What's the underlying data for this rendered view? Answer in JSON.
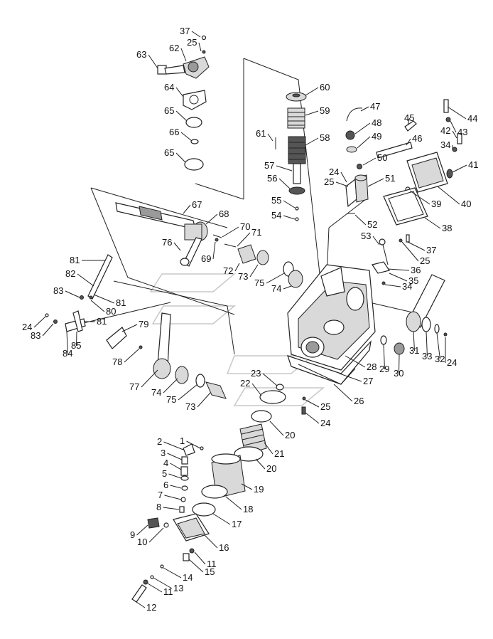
{
  "labels": [
    {
      "id": "lbl-37a",
      "text": "37"
    },
    {
      "id": "lbl-25a",
      "text": "25"
    },
    {
      "id": "lbl-62",
      "text": "62"
    },
    {
      "id": "lbl-63",
      "text": "63"
    },
    {
      "id": "lbl-64",
      "text": "64"
    },
    {
      "id": "lbl-65a",
      "text": "65"
    },
    {
      "id": "lbl-66",
      "text": "66"
    },
    {
      "id": "lbl-65b",
      "text": "65"
    },
    {
      "id": "lbl-60",
      "text": "60"
    },
    {
      "id": "lbl-59",
      "text": "59"
    },
    {
      "id": "lbl-61",
      "text": "61"
    },
    {
      "id": "lbl-58",
      "text": "58"
    },
    {
      "id": "lbl-57",
      "text": "57"
    },
    {
      "id": "lbl-56",
      "text": "56"
    },
    {
      "id": "lbl-55",
      "text": "55"
    },
    {
      "id": "lbl-54",
      "text": "54"
    },
    {
      "id": "lbl-47",
      "text": "47"
    },
    {
      "id": "lbl-45",
      "text": "45"
    },
    {
      "id": "lbl-48",
      "text": "48"
    },
    {
      "id": "lbl-49",
      "text": "49"
    },
    {
      "id": "lbl-46",
      "text": "46"
    },
    {
      "id": "lbl-50",
      "text": "50"
    },
    {
      "id": "lbl-24a",
      "text": "24"
    },
    {
      "id": "lbl-25b",
      "text": "25"
    },
    {
      "id": "lbl-51",
      "text": "51"
    },
    {
      "id": "lbl-44",
      "text": "44"
    },
    {
      "id": "lbl-43",
      "text": "43"
    },
    {
      "id": "lbl-42",
      "text": "42"
    },
    {
      "id": "lbl-34a",
      "text": "34"
    },
    {
      "id": "lbl-41",
      "text": "41"
    },
    {
      "id": "lbl-40",
      "text": "40"
    },
    {
      "id": "lbl-39",
      "text": "39"
    },
    {
      "id": "lbl-38",
      "text": "38"
    },
    {
      "id": "lbl-52",
      "text": "52"
    },
    {
      "id": "lbl-67",
      "text": "67"
    },
    {
      "id": "lbl-68",
      "text": "68"
    },
    {
      "id": "lbl-70",
      "text": "70"
    },
    {
      "id": "lbl-71",
      "text": "71"
    },
    {
      "id": "lbl-76",
      "text": "76"
    },
    {
      "id": "lbl-69",
      "text": "69"
    },
    {
      "id": "lbl-72",
      "text": "72"
    },
    {
      "id": "lbl-73a",
      "text": "73"
    },
    {
      "id": "lbl-75a",
      "text": "75"
    },
    {
      "id": "lbl-74a",
      "text": "74"
    },
    {
      "id": "lbl-53",
      "text": "53"
    },
    {
      "id": "lbl-37b",
      "text": "37"
    },
    {
      "id": "lbl-25c",
      "text": "25"
    },
    {
      "id": "lbl-36",
      "text": "36"
    },
    {
      "id": "lbl-35",
      "text": "35"
    },
    {
      "id": "lbl-34b",
      "text": "34"
    },
    {
      "id": "lbl-81a",
      "text": "81"
    },
    {
      "id": "lbl-82",
      "text": "82"
    },
    {
      "id": "lbl-83a",
      "text": "83"
    },
    {
      "id": "lbl-81b",
      "text": "81"
    },
    {
      "id": "lbl-80",
      "text": "80"
    },
    {
      "id": "lbl-24b",
      "text": "24"
    },
    {
      "id": "lbl-83b",
      "text": "83"
    },
    {
      "id": "lbl-81c",
      "text": "81"
    },
    {
      "id": "lbl-84",
      "text": "84"
    },
    {
      "id": "lbl-85",
      "text": "85"
    },
    {
      "id": "lbl-79",
      "text": "79"
    },
    {
      "id": "lbl-78",
      "text": "78"
    },
    {
      "id": "lbl-31",
      "text": "31"
    },
    {
      "id": "lbl-33",
      "text": "33"
    },
    {
      "id": "lbl-32",
      "text": "32"
    },
    {
      "id": "lbl-24c",
      "text": "24"
    },
    {
      "id": "lbl-29",
      "text": "29"
    },
    {
      "id": "lbl-30",
      "text": "30"
    },
    {
      "id": "lbl-28",
      "text": "28"
    },
    {
      "id": "lbl-27",
      "text": "27"
    },
    {
      "id": "lbl-26",
      "text": "26"
    },
    {
      "id": "lbl-77",
      "text": "77"
    },
    {
      "id": "lbl-74b",
      "text": "74"
    },
    {
      "id": "lbl-75b",
      "text": "75"
    },
    {
      "id": "lbl-73b",
      "text": "73"
    },
    {
      "id": "lbl-23",
      "text": "23"
    },
    {
      "id": "lbl-22",
      "text": "22"
    },
    {
      "id": "lbl-25d",
      "text": "25"
    },
    {
      "id": "lbl-24d",
      "text": "24"
    },
    {
      "id": "lbl-20a",
      "text": "20"
    },
    {
      "id": "lbl-21",
      "text": "21"
    },
    {
      "id": "lbl-20b",
      "text": "20"
    },
    {
      "id": "lbl-19",
      "text": "19"
    },
    {
      "id": "lbl-18",
      "text": "18"
    },
    {
      "id": "lbl-17",
      "text": "17"
    },
    {
      "id": "lbl-1",
      "text": "1"
    },
    {
      "id": "lbl-2",
      "text": "2"
    },
    {
      "id": "lbl-3",
      "text": "3"
    },
    {
      "id": "lbl-4",
      "text": "4"
    },
    {
      "id": "lbl-5",
      "text": "5"
    },
    {
      "id": "lbl-6",
      "text": "6"
    },
    {
      "id": "lbl-7",
      "text": "7"
    },
    {
      "id": "lbl-8",
      "text": "8"
    },
    {
      "id": "lbl-9",
      "text": "9"
    },
    {
      "id": "lbl-10",
      "text": "10"
    },
    {
      "id": "lbl-16",
      "text": "16"
    },
    {
      "id": "lbl-11a",
      "text": "11"
    },
    {
      "id": "lbl-15",
      "text": "15"
    },
    {
      "id": "lbl-14",
      "text": "14"
    },
    {
      "id": "lbl-13",
      "text": "13"
    },
    {
      "id": "lbl-11b",
      "text": "11"
    },
    {
      "id": "lbl-12",
      "text": "12"
    }
  ]
}
